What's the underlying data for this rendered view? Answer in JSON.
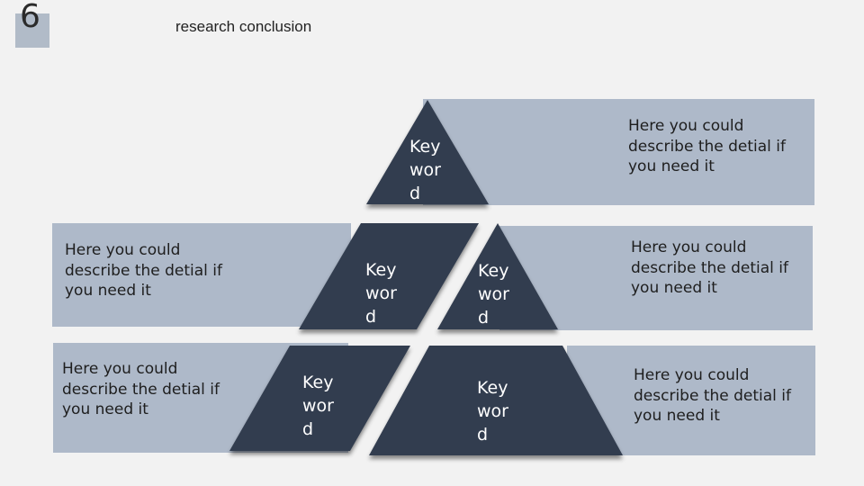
{
  "header": {
    "slide_number": "6",
    "title": "research conclusion"
  },
  "colors": {
    "band": "#aeb9c9",
    "shape": "#323d4f",
    "background": "#f2f2f2"
  },
  "pyramid": {
    "descriptions": [
      "Here you could\ndescribe the detial if\nyou need it",
      "Here you could\ndescribe the detial if\nyou need it",
      "Here you could\ndescribe the detial if\nyou need it",
      "Here you could\ndescribe the detial if\nyou need it",
      "Here you could\ndescribe the detial if\nyou need it"
    ],
    "keywords": [
      "Key\nwor\nd",
      "Key\nwor\nd",
      "Key\nwor\nd",
      "Key\nwor\nd",
      "Key\nwor\nd"
    ]
  }
}
